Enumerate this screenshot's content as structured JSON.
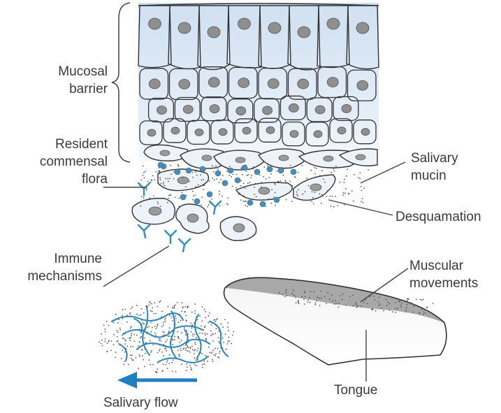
{
  "labels": {
    "mucosal_barrier": [
      "Mucosal",
      "barrier"
    ],
    "resident_flora": [
      "Resident",
      "commensal",
      "flora"
    ],
    "salivary_mucin": [
      "Salivary",
      "mucin"
    ],
    "desquamation": "Desquamation",
    "immune_mechanisms": [
      "Immune",
      "mechanisms"
    ],
    "muscular_movements": [
      "Muscular",
      "movements"
    ],
    "tongue": "Tongue",
    "salivary_flow": "Salivary flow"
  },
  "colors": {
    "cell_outline": "#333333",
    "tissue_fill_top": "#d8e6f3",
    "tissue_fill_bottom": "#ffffff",
    "nucleus": "#8f8f8f",
    "bacteria": "#4a8db8",
    "antibody": "#2f8ec4",
    "arrow": "#1f7fc1",
    "text": "#3a3a3a"
  }
}
